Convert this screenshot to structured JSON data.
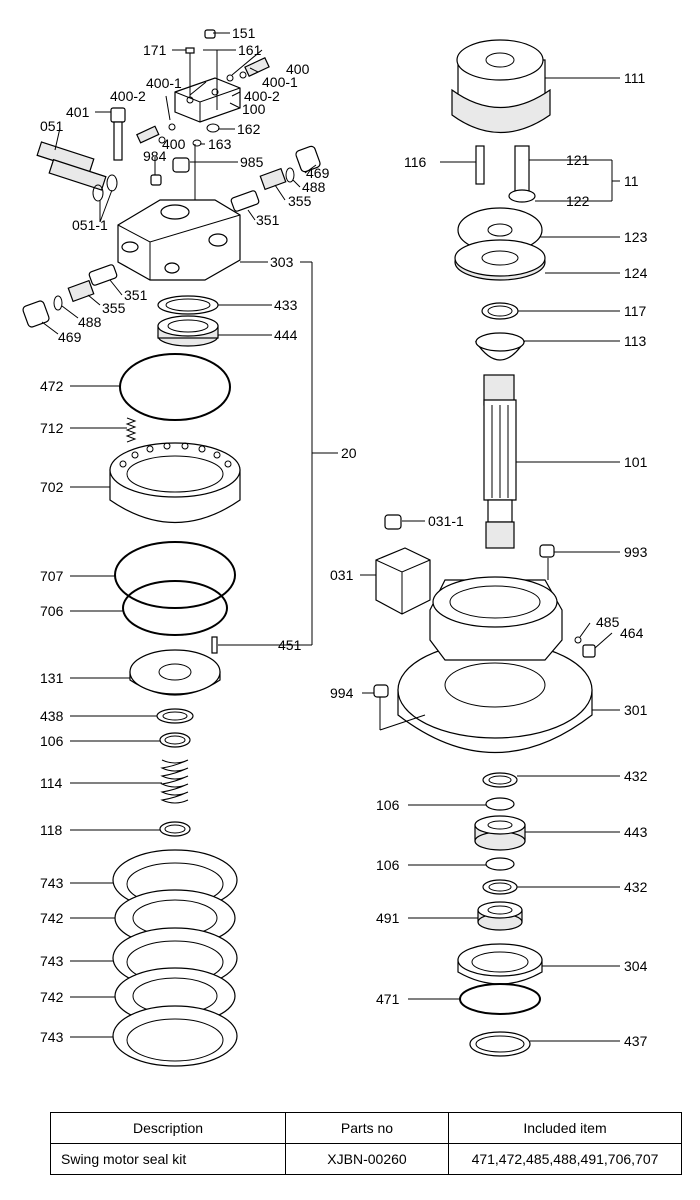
{
  "diagram": {
    "labels": {
      "p151": "151",
      "p171": "171",
      "p161": "161",
      "p400a": "400",
      "p400_1a": "400-1",
      "p400_2a": "400-2",
      "p400_1b": "400-1",
      "p400_2b": "400-2",
      "p100": "100",
      "p401": "401",
      "p051": "051",
      "p162": "162",
      "p400b": "400",
      "p163": "163",
      "p984": "984",
      "p985": "985",
      "p469a": "469",
      "p488a": "488",
      "p355a": "355",
      "p351a": "351",
      "p051_1": "051-1",
      "p303": "303",
      "p351b": "351",
      "p355b": "355",
      "p488b": "488",
      "p469b": "469",
      "p433": "433",
      "p444": "444",
      "p472": "472",
      "p712": "712",
      "p20": "20",
      "p702": "702",
      "p707": "707",
      "p706": "706",
      "p451": "451",
      "p131": "131",
      "p438": "438",
      "p106a": "106",
      "p114": "114",
      "p118": "118",
      "p743a": "743",
      "p742a": "742",
      "p743b": "743",
      "p742b": "742",
      "p743c": "743",
      "p111": "111",
      "p116": "116",
      "p121": "121",
      "p11": "11",
      "p122": "122",
      "p123": "123",
      "p124": "124",
      "p117": "117",
      "p113": "113",
      "p101": "101",
      "p031_1": "031-1",
      "p031": "031",
      "p993": "993",
      "p485": "485",
      "p464": "464",
      "p994": "994",
      "p301": "301",
      "p432a": "432",
      "p106b": "106",
      "p443": "443",
      "p106c": "106",
      "p432b": "432",
      "p491": "491",
      "p304": "304",
      "p471": "471",
      "p437": "437"
    }
  },
  "kit_table": {
    "headers": {
      "description": "Description",
      "parts_no": "Parts no",
      "included": "Included item"
    },
    "row": {
      "description": "Swing motor seal kit",
      "parts_no": "XJBN-00260",
      "included": "471,472,485,488,491,706,707"
    }
  }
}
